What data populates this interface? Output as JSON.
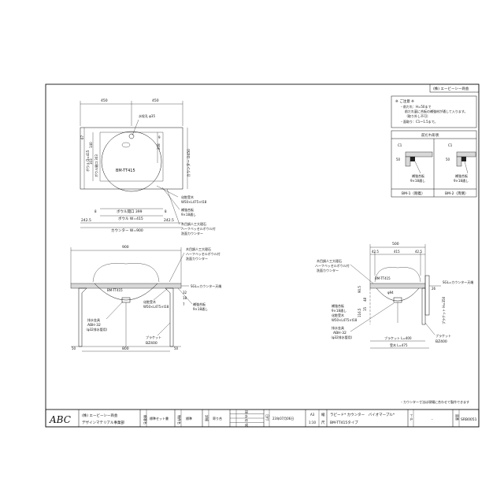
{
  "company_header": "(株) エービーシー商会",
  "notes": {
    "title": "※ ご注意 ※",
    "lines": [
      "・前だれ：H=50まで",
      "前だれ裏に合板の補強材が通して入ります。",
      "（取り外し不可）",
      "・面取り：C1～1.5まで。"
    ]
  },
  "edge_box": {
    "title": "前だれ形状",
    "c1_left": "C1",
    "c1_right": "C1",
    "h50_left": "50",
    "h50_right": "50",
    "label_left_a": "補強合板",
    "label_left_b": "9×18通し",
    "label_right_a": "補強合板",
    "label_right_b": "9×18通し",
    "caption_left": "BM-1（剛着）",
    "caption_right": "BM-2（両側）"
  },
  "plan_view": {
    "dim_450_left": "450",
    "dim_450_right": "450",
    "faucet_hole": "水栓孔 φ35",
    "bowl_code": "BM-TT415",
    "counter_depth": "カウンター D450",
    "bowl_depth": "ボウル D=415",
    "bowl_opening_depth": "ボウル開口 303",
    "d_67": "67",
    "d_140": "140",
    "d_103": "103",
    "d_9": "9",
    "d_208": "208",
    "bowl_opening_w": "ボウル開口 399",
    "bowl_w": "ボウル W=415",
    "d_242_left": "242.5",
    "d_242_right": "242.5",
    "counter_w": "カウンター W=900",
    "d_8_left": "8",
    "d_8_right": "8",
    "callout_1a": "化粧受木",
    "callout_1b": "W50×L475×t18",
    "callout_2a": "補強合板",
    "callout_2b": "9×18通し",
    "callout_3a": "木目調人工大理石",
    "callout_3b": "ハーフベッセルボウル付",
    "callout_3c": "洗面カウンター"
  },
  "front_view": {
    "dim_900_top": "900",
    "dim_900_bottom": "800",
    "callout_a": "木目調人工大理石",
    "callout_b": "ハーフベッセルボウル付",
    "callout_c": "洗面カウンター",
    "bowl_code": "BM-TT415",
    "counter_top": "SGL=カウンター天端",
    "callout_wood_a": "化粧受木",
    "callout_wood_b": "W50×L475×t18",
    "callout_ply_a": "補強合板",
    "callout_ply_b": "9×18通し",
    "drain_a": "排水金具",
    "drain_b": "ABH-32",
    "drain_c": "（φ32排水管用）",
    "bracket_a": "ブラケット",
    "bracket_b": "BZ400",
    "d_50_left": "50",
    "d_50_right": "50",
    "d_32": "32",
    "d_18": "18",
    "d_7": "7"
  },
  "side_view": {
    "dim_500": "500",
    "dim_42": "42.5",
    "dim_415": "415",
    "dim_42b": "42.5",
    "callout_a": "木目調人工大理石",
    "callout_b": "ハーフベッセルボウル付",
    "callout_c": "洗面カウンター",
    "bowl_code": "BM-TT415",
    "counter_top": "SGL=カウンター天端",
    "d_90": "90.5",
    "d_48": "48",
    "d_116": "116.5",
    "d_15": "15",
    "d_94": "φ94",
    "ply_a": "補強合板",
    "ply_b": "9×18通し",
    "wood_a": "化粧受木",
    "wood_b": "W50×L475×t18",
    "drain_a": "排水金具",
    "drain_b": "ABH-32",
    "drain_c": "（φ32排水管用）",
    "bracket_a": "ブラケット",
    "bracket_b": "BZ400",
    "bracket_len": "ブラケット L=400",
    "wood_len": "受木 L=475",
    "d_350": "ブラケット H=350",
    "d_26": "26"
  },
  "footer_note": "・カウンター寸法は現場に合わせて製作できます",
  "title_block": {
    "company": "(株) エービーシー商会",
    "division": "デザインマテリアル事業部",
    "customer_label": "顧客名",
    "customer_value": "標準セット書",
    "site_label": "物件名",
    "site_value": "標準",
    "detail_label": "詳細",
    "detail_value": "寄り合",
    "date_rows": [
      "設",
      "計",
      "作",
      "成"
    ],
    "date_label": "日付",
    "date_value": "23年07月06日",
    "size_label": "A3",
    "scale_label": "1:10",
    "zu_label": "縮",
    "shaku_label": "尺",
    "product_line": "ラピード* カウンター　バイオマーブル*",
    "product_code": "BM-TT415タイプ",
    "rev_label": "ト-ル",
    "rev_value": "-",
    "drawing_no_label": "図番",
    "drawing_no": "SRB0051"
  }
}
